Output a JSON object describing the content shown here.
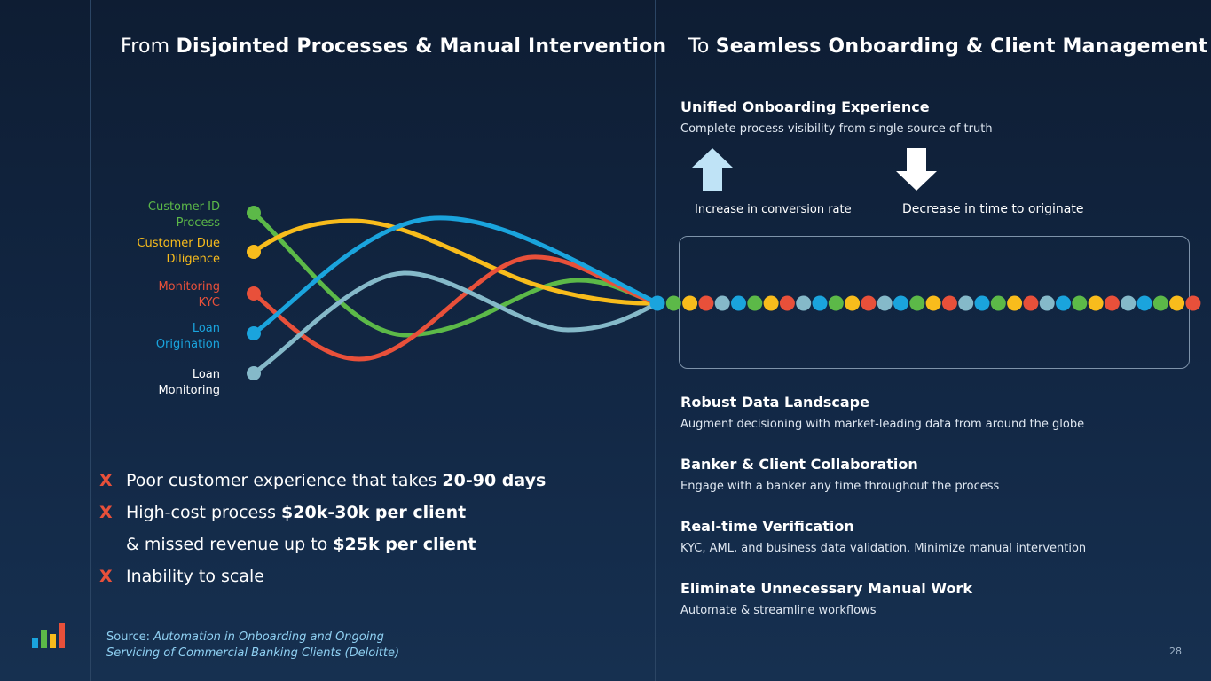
{
  "left": {
    "title_prefix": "From",
    "title_bold": "Disjointed Processes & Manual Intervention",
    "flows": [
      {
        "label_line1": "Customer ID",
        "label_line2": "Process",
        "color": "#5cb948"
      },
      {
        "label_line1": "Customer Due",
        "label_line2": "Diligence",
        "color": "#f8bc1c"
      },
      {
        "label_line1": "Monitoring",
        "label_line2": "KYC",
        "color": "#e8503a"
      },
      {
        "label_line1": "Loan",
        "label_line2": "Origination",
        "color": "#1aa4dd"
      },
      {
        "label_line1": "Loan",
        "label_line2": "Monitoring",
        "color": "#85b9c9",
        "label_color": "#ffffff"
      }
    ],
    "bullets": [
      {
        "text": "Poor customer experience that takes ",
        "bold": "20-90 days"
      },
      {
        "text": "High-cost process ",
        "bold": "$20k-30k per client"
      },
      {
        "text": "& missed revenue up to ",
        "bold": "$25k per client"
      },
      {
        "text": "Inability to scale",
        "bold": ""
      }
    ],
    "bullet_marker": "X",
    "source_prefix": "Source:",
    "source_line1": "Automation in Onboarding and Ongoing",
    "source_line2": "Servicing of Commercial Banking Clients (Deloitte)"
  },
  "right": {
    "title_prefix": "To",
    "title_bold": "Seamless Onboarding & Client Management",
    "unified": {
      "title": "Unified Onboarding Experience",
      "desc": "Complete process visibility from single source of truth",
      "increase_label": "Increase in conversion rate",
      "decrease_label": "Decrease in time to originate"
    },
    "features": [
      {
        "title": "Robust Data Landscape",
        "desc": "Augment decisioning with market-leading data from around the globe"
      },
      {
        "title": "Banker & Client Collaboration",
        "desc": "Engage with a banker any time throughout the process"
      },
      {
        "title": "Real-time Verification",
        "desc": "KYC, AML, and business data  validation. Minimize manual intervention"
      },
      {
        "title": "Eliminate Unnecessary Manual Work",
        "desc": "Automate & streamline workflows"
      }
    ]
  },
  "page_number": "28",
  "icons": {
    "logo": "bar-chart-logo-icon",
    "up": "arrow-up-icon",
    "down": "arrow-down-icon"
  }
}
